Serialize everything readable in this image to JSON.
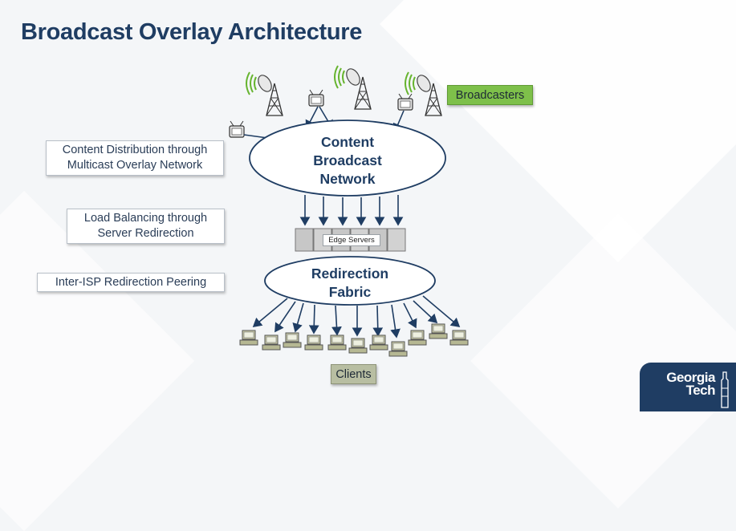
{
  "title": "Broadcast Overlay Architecture",
  "labels": {
    "content_distribution": "Content Distribution through Multicast Overlay Network",
    "load_balancing": "Load Balancing through Server Redirection",
    "inter_isp": "Inter-ISP Redirection Peering"
  },
  "nodes": {
    "content_broadcast_network": "Content Broadcast Network",
    "redirection_fabric": "Redirection Fabric",
    "edge_servers": "Edge Servers",
    "broadcasters": "Broadcasters",
    "clients": "Clients"
  },
  "logo": {
    "line1": "Georgia",
    "line2": "Tech"
  },
  "colors": {
    "title": "#1f3d63",
    "broadcasters_tag": "#7ec04a",
    "clients_tag": "#b8bea2",
    "arrow": "#1f3d63"
  }
}
